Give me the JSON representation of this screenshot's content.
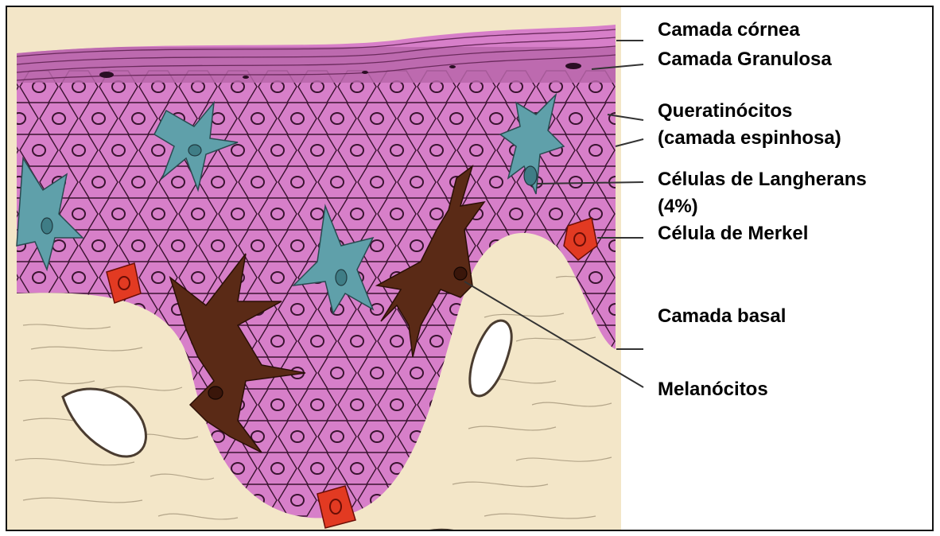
{
  "labels": {
    "stratum_corneum": "Camada córnea",
    "stratum_granulosum": "Camada Granulosa",
    "keratinocytes_line1": "Queratinócitos",
    "keratinocytes_line2": "(camada espinhosa)",
    "langerhans_line1": "Células de Langherans",
    "langerhans_line2": "(4%)",
    "merkel": "Célula de Merkel",
    "basal": "Camada basal",
    "melanocytes": "Melanócitos"
  },
  "colors": {
    "epidermis": "#d77fc9",
    "cornea": "#c870b8",
    "dermis": "#f3e6c8",
    "langerhans": "#5fa0aa",
    "melanocyte": "#5a2a16",
    "merkel": "#e23a22",
    "outline": "#3a1430"
  }
}
